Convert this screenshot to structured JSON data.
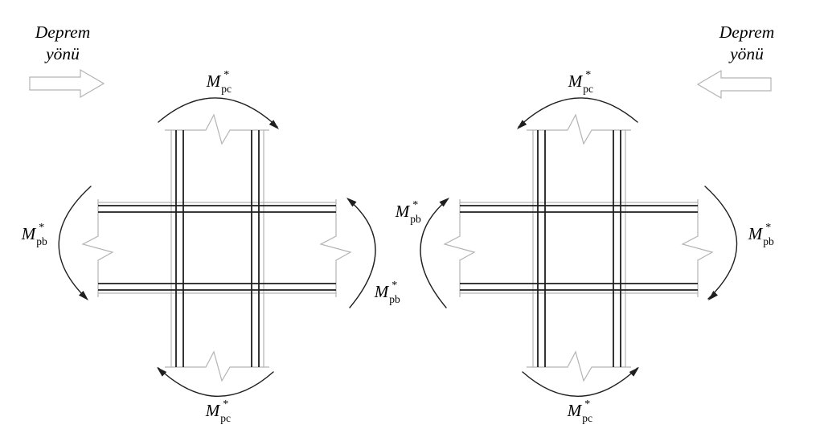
{
  "colors": {
    "line": "#1f1f1f",
    "outline": "#b3b3b3",
    "arrow_outline": "#b3b3b3",
    "background": "#ffffff"
  },
  "panels": [
    {
      "name": "left-joint",
      "earthquake_direction": {
        "line1": "Deprem",
        "line2": "yönü",
        "arrow": "right"
      },
      "moments": {
        "column_top": {
          "base": "M",
          "sup": "*",
          "sub": "pc"
        },
        "column_bottom": {
          "base": "M",
          "sup": "*",
          "sub": "pc"
        },
        "beam_left": {
          "base": "M",
          "sup": "*",
          "sub": "pb"
        },
        "beam_right": {
          "base": "M",
          "sup": "*",
          "sub": "pb"
        }
      }
    },
    {
      "name": "right-joint",
      "earthquake_direction": {
        "line1": "Deprem",
        "line2": "yönü",
        "arrow": "left"
      },
      "moments": {
        "column_top": {
          "base": "M",
          "sup": "*",
          "sub": "pc"
        },
        "column_bottom": {
          "base": "M",
          "sup": "*",
          "sub": "pc"
        },
        "beam_left": {
          "base": "M",
          "sup": "*",
          "sub": "pb"
        },
        "beam_right": {
          "base": "M",
          "sup": "*",
          "sub": "pb"
        }
      }
    }
  ]
}
